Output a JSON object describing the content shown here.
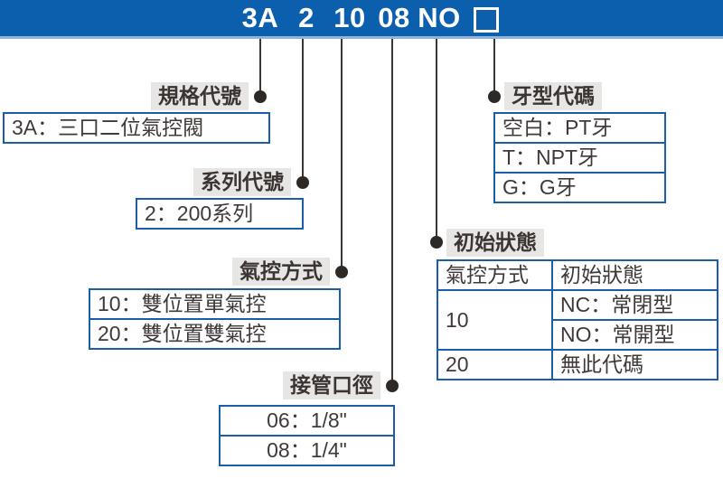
{
  "header": {
    "code_segments": [
      "3A",
      "2",
      "10",
      "08",
      "NO"
    ],
    "blank_segment_symbol": "□",
    "bg_color": "#0c5fad",
    "text_color": "#ffffff"
  },
  "callouts": {
    "spec": {
      "label": "規格代號",
      "rows": [
        "3A：三口二位氣控閥"
      ]
    },
    "series": {
      "label": "系列代號",
      "rows": [
        "2：200系列"
      ]
    },
    "pilot": {
      "label": "氣控方式",
      "rows": [
        "10：雙位置單氣控",
        "20：雙位置雙氣控"
      ]
    },
    "port": {
      "label": "接管口徑",
      "rows": [
        "06：1/8\"",
        "08：1/4\""
      ]
    },
    "thread": {
      "label": "牙型代碼",
      "rows": [
        "空白：PT牙",
        "T：NPT牙",
        "G：G牙"
      ]
    },
    "initial": {
      "label": "初始狀態",
      "table": {
        "headers": [
          "氣控方式",
          "初始狀態"
        ],
        "rows": [
          {
            "code": "10",
            "states": [
              "NC：常閉型",
              "NO：常開型"
            ]
          },
          {
            "code": "20",
            "states": [
              "無此代碼"
            ]
          }
        ]
      }
    }
  },
  "colors": {
    "header_bg": "#0c5fad",
    "header_separator": "#8fb3da",
    "box_border": "#1a5dab",
    "label_bg": "#e7e6e4",
    "text": "#3f3a39",
    "connector": "#3a3633"
  }
}
